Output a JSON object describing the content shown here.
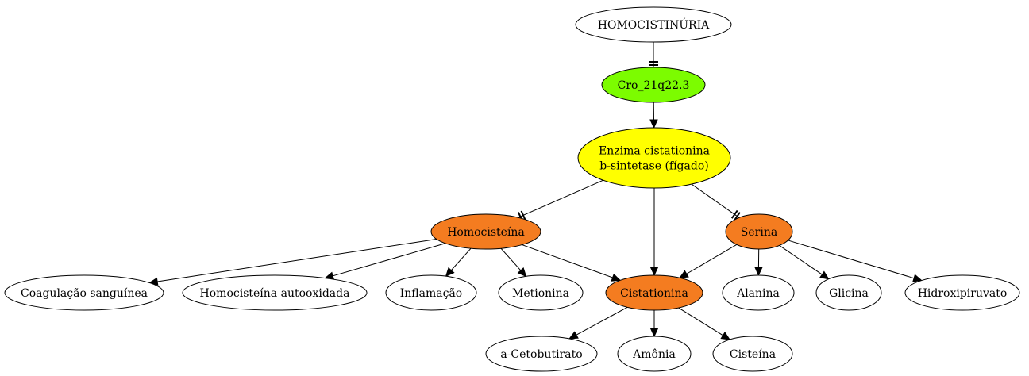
{
  "nodes": [
    {
      "id": "homocistinuria",
      "label": [
        "HOMOCISTINÚRIA"
      ],
      "fill": "#ffffff"
    },
    {
      "id": "cro21q223",
      "label": [
        "Cro_21q22.3"
      ],
      "fill": "#7cfc00"
    },
    {
      "id": "enzima",
      "label": [
        "Enzima cistationina",
        "b-sintetase (fígado)"
      ],
      "fill": "#ffff00"
    },
    {
      "id": "homocisteina",
      "label": [
        "Homocisteína"
      ],
      "fill": "#f47c20"
    },
    {
      "id": "serina",
      "label": [
        "Serina"
      ],
      "fill": "#f47c20"
    },
    {
      "id": "coagulacao",
      "label": [
        "Coagulação sanguínea"
      ],
      "fill": "#ffffff"
    },
    {
      "id": "autooxidada",
      "label": [
        "Homocisteína autooxidada"
      ],
      "fill": "#ffffff"
    },
    {
      "id": "inflamacao",
      "label": [
        "Inflamação"
      ],
      "fill": "#ffffff"
    },
    {
      "id": "metionina",
      "label": [
        "Metionina"
      ],
      "fill": "#ffffff"
    },
    {
      "id": "cistationina",
      "label": [
        "Cistationina"
      ],
      "fill": "#f47c20"
    },
    {
      "id": "alanina",
      "label": [
        "Alanina"
      ],
      "fill": "#ffffff"
    },
    {
      "id": "glicina",
      "label": [
        "Glicina"
      ],
      "fill": "#ffffff"
    },
    {
      "id": "hidroxipiruvato",
      "label": [
        "Hidroxipiruvato"
      ],
      "fill": "#ffffff"
    },
    {
      "id": "cetobutirato",
      "label": [
        "a-Cetobutirato"
      ],
      "fill": "#ffffff"
    },
    {
      "id": "amonia",
      "label": [
        "Amônia"
      ],
      "fill": "#ffffff"
    },
    {
      "id": "cisteina",
      "label": [
        "Cisteína"
      ],
      "fill": "#ffffff"
    }
  ],
  "edges": [
    {
      "from": "homocistinuria",
      "to": "cro21q223",
      "head": "tee"
    },
    {
      "from": "cro21q223",
      "to": "enzima",
      "head": "arrow"
    },
    {
      "from": "enzima",
      "to": "homocisteina",
      "head": "tee"
    },
    {
      "from": "enzima",
      "to": "cistationina",
      "head": "arrow"
    },
    {
      "from": "enzima",
      "to": "serina",
      "head": "tee"
    },
    {
      "from": "homocisteina",
      "to": "coagulacao",
      "head": "arrow"
    },
    {
      "from": "homocisteina",
      "to": "autooxidada",
      "head": "arrow"
    },
    {
      "from": "homocisteina",
      "to": "inflamacao",
      "head": "arrow"
    },
    {
      "from": "homocisteina",
      "to": "metionina",
      "head": "arrow"
    },
    {
      "from": "homocisteina",
      "to": "cistationina",
      "head": "arrow"
    },
    {
      "from": "serina",
      "to": "cistationina",
      "head": "arrow"
    },
    {
      "from": "serina",
      "to": "alanina",
      "head": "arrow"
    },
    {
      "from": "serina",
      "to": "glicina",
      "head": "arrow"
    },
    {
      "from": "serina",
      "to": "hidroxipiruvato",
      "head": "arrow"
    },
    {
      "from": "cistationina",
      "to": "cetobutirato",
      "head": "arrow"
    },
    {
      "from": "cistationina",
      "to": "amonia",
      "head": "arrow"
    },
    {
      "from": "cistationina",
      "to": "cisteina",
      "head": "arrow"
    }
  ]
}
